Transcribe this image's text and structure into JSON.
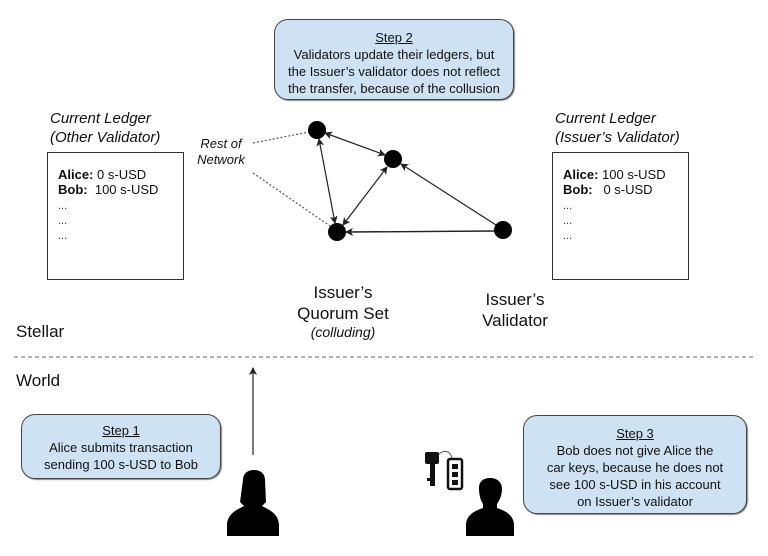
{
  "step2": {
    "title": "Step 2",
    "lines": [
      "Validators update their ledgers, but",
      "the Issuer’s validator does not reflect",
      "the transfer, because of the collusion"
    ]
  },
  "left_ledger": {
    "title_line1": "Current Ledger",
    "title_line2": "(Other Validator)",
    "rows": [
      {
        "name": "Alice:",
        "value": " 0 s-USD"
      },
      {
        "name": "Bob:",
        "value": "  100 s-USD"
      }
    ],
    "ellipsis": [
      "...",
      "...",
      "..."
    ]
  },
  "right_ledger": {
    "title_line1": "Current Ledger",
    "title_line2": "(Issuer’s Validator)",
    "rows": [
      {
        "name": "Alice:",
        "value": " 100 s-USD"
      },
      {
        "name": "Bob:",
        "value": "   0 s-USD"
      }
    ],
    "ellipsis": [
      "...",
      "...",
      "..."
    ]
  },
  "rest_of_network": {
    "line1": "Rest of",
    "line2": "Network"
  },
  "quorum_label": {
    "line1": "Issuer’s",
    "line2": "Quorum Set",
    "line3": "(colluding)"
  },
  "validator_label": {
    "line1": "Issuer’s",
    "line2": "Validator"
  },
  "sections": {
    "top": "Stellar",
    "bottom": "World"
  },
  "step1": {
    "title": "Step 1",
    "lines": [
      "Alice submits transaction",
      "sending 100 s-USD to Bob"
    ]
  },
  "step3": {
    "title": "Step 3",
    "lines": [
      "Bob does not give Alice the",
      "car keys, because he does not",
      "see 100 s-USD in his account",
      "on Issuer’s validator"
    ]
  },
  "icons": {
    "alice": "person-female-icon",
    "bob": "person-male-icon",
    "keys": "car-keys-icon"
  }
}
